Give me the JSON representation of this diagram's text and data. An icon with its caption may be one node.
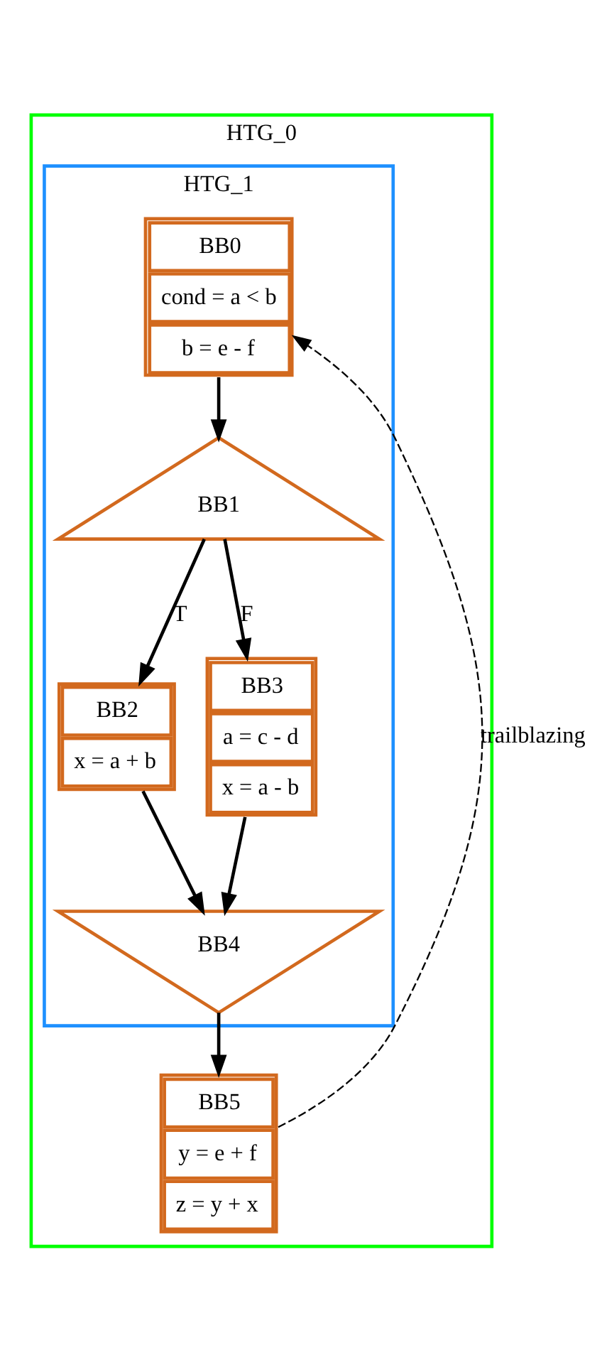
{
  "diagram": {
    "nodes": [
      {
        "text": [
          "HTG_0"
        ]
      },
      {
        "text": [
          "HTG_1"
        ],
        "in": 0
      },
      {
        "text": [
          "BB0",
          "cond = a < b",
          "b = e - f"
        ],
        "in": 1
      },
      {
        "text": [
          "BB1"
        ],
        "in": 1
      },
      {
        "text": [
          "BB2",
          "x = a + b"
        ],
        "in": 1
      },
      {
        "text": [
          "BB3",
          "a = c - d",
          "x = a - b"
        ],
        "in": 1
      },
      {
        "text": [
          "BB4"
        ],
        "in": 1
      },
      {
        "text": [
          "BB5",
          "y = e + f",
          "z = y + x"
        ],
        "in": 0
      }
    ],
    "edges": [
      {
        "from": 2,
        "to": 3,
        "arrow": "to"
      },
      {
        "from": 3,
        "to": 4,
        "arrow": "to",
        "label": "T"
      },
      {
        "from": 3,
        "to": 5,
        "arrow": "to",
        "label": "F"
      },
      {
        "from": 4,
        "to": 6,
        "arrow": "to"
      },
      {
        "from": 5,
        "to": 6,
        "arrow": "to"
      },
      {
        "from": 6,
        "to": 7,
        "arrow": "to"
      },
      {
        "from": 7,
        "to": 2,
        "arrow": "to",
        "label": "trailblazing",
        "style": "dashed"
      }
    ]
  }
}
